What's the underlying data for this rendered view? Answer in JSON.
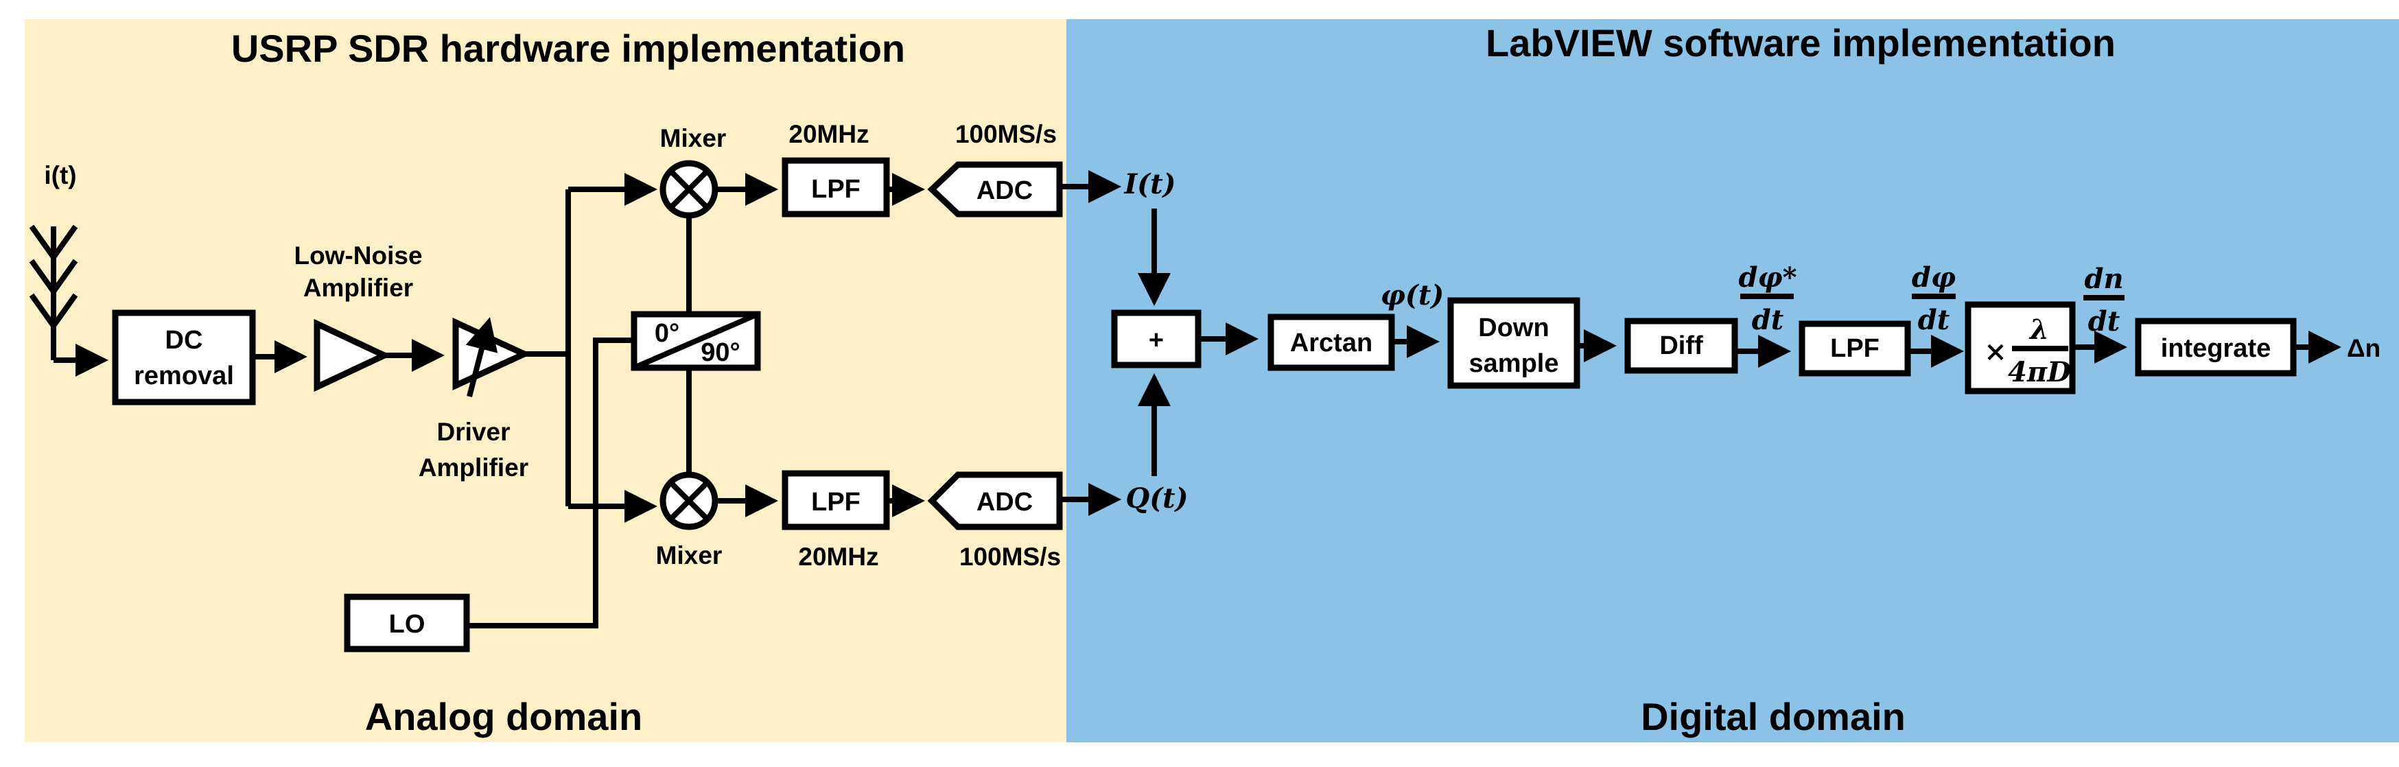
{
  "colors": {
    "analog_bg": "#fdefc8",
    "digital_bg": "#8bc2e6",
    "stroke": "#000000"
  },
  "analog": {
    "title": "USRP SDR hardware implementation",
    "footer": "Analog domain",
    "input_label": "i(t)",
    "blocks": {
      "dc_line1": "DC",
      "dc_line2": "removal",
      "lna_label1": "Low-Noise",
      "lna_label2": "Amplifier",
      "driver_label1": "Driver",
      "driver_label2": "Amplifier",
      "mixer_top": "Mixer",
      "mixer_bottom": "Mixer",
      "phase_0": "0°",
      "phase_90": "90°",
      "lpf_top": "LPF",
      "lpf_bottom": "LPF",
      "lpf_top_bw": "20MHz",
      "lpf_bottom_bw": "20MHz",
      "adc_top": "ADC",
      "adc_bottom": "ADC",
      "adc_top_rate": "100MS/s",
      "adc_bottom_rate": "100MS/s",
      "lo": "LO"
    }
  },
  "digital": {
    "title": "LabVIEW software implementation",
    "footer": "Digital domain",
    "signals": {
      "i": "I(t)",
      "q": "Q(t)",
      "phi": "φ(t)",
      "dphi_star_num": "dφ*",
      "dphi_star_den": "dt",
      "dphi_num": "dφ",
      "dphi_den": "dt",
      "dn_num": "dn",
      "dn_den": "dt",
      "output": "Δn"
    },
    "blocks": {
      "sum": "+",
      "arctan": "Arctan",
      "down1": "Down",
      "down2": "sample",
      "diff": "Diff",
      "lpf": "LPF",
      "mult_times": "×",
      "mult_num": "λ",
      "mult_den": "4πD",
      "integrate": "integrate"
    }
  }
}
